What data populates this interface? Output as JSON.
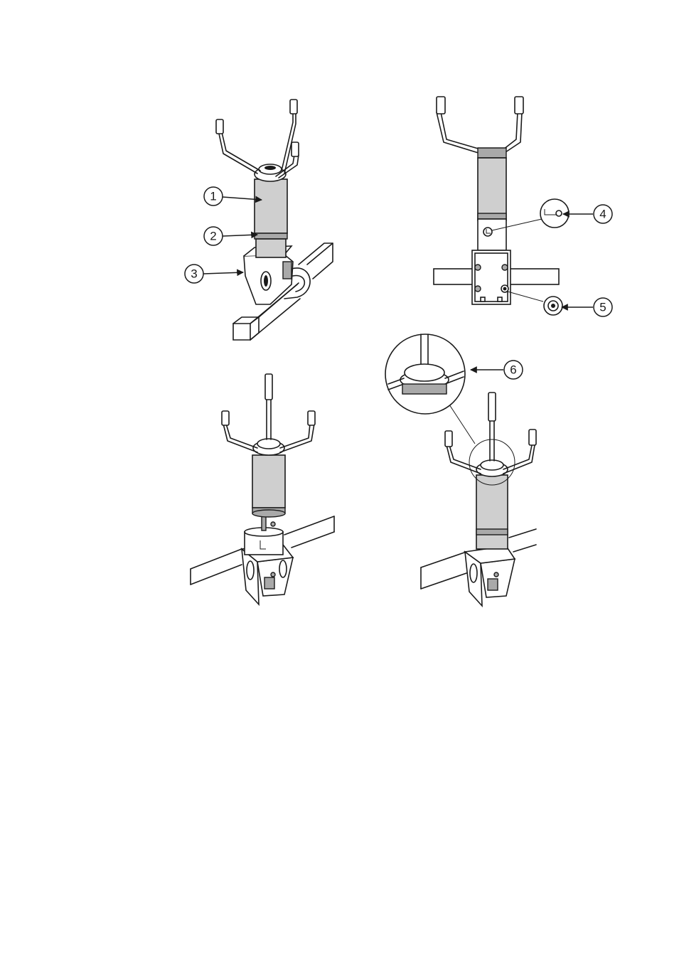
{
  "callouts": [
    {
      "id": "1",
      "label": "1"
    },
    {
      "id": "2",
      "label": "2"
    },
    {
      "id": "3",
      "label": "3"
    },
    {
      "id": "4",
      "label": "4"
    },
    {
      "id": "5",
      "label": "5"
    },
    {
      "id": "6",
      "label": "6"
    }
  ],
  "panels": [
    {
      "name": "mounted-sensor-view"
    },
    {
      "name": "front-view-with-screws"
    },
    {
      "name": "sensor-insertion-view"
    },
    {
      "name": "sensor-mounted-detail-view"
    }
  ]
}
